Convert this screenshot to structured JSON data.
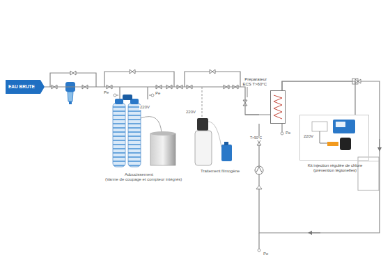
{
  "diagram": {
    "nodes": [
      {
        "text": [
          "EAU BRUTE"
        ]
      },
      {
        "text": [
          "Préparateur ECS T>60°C"
        ]
      },
      {
        "text": [
          "Kit injection régulée de chlore (prévention légionelles)"
        ]
      }
    ],
    "edges": [
      {
        "from": 0,
        "to": 1,
        "arrow": "none"
      },
      {
        "from": 1,
        "to": 2,
        "arrow": "none"
      }
    ],
    "labels": [
      "Pe",
      "Pe",
      "220V",
      "220V",
      "T>50°C",
      "Pe",
      "220V",
      "Pe",
      "Adoucissement",
      "(Vanne de coupage et compteur intégrés)",
      "Traitement filmogène"
    ]
  }
}
